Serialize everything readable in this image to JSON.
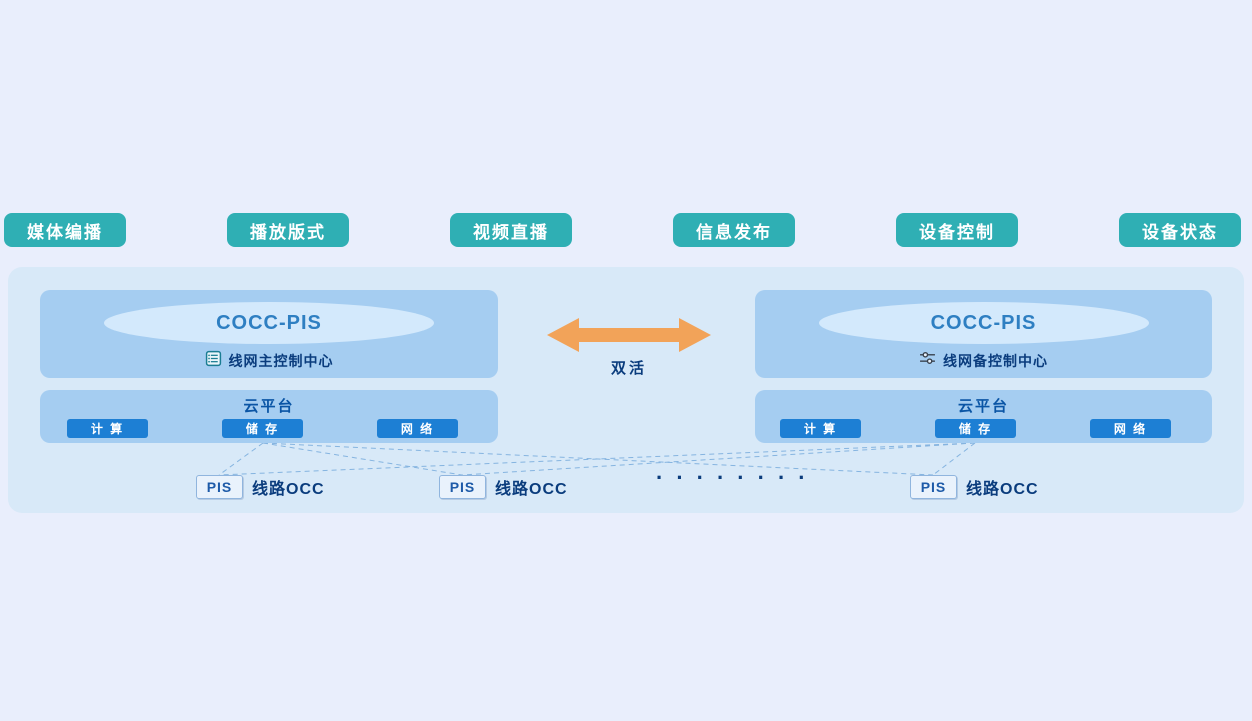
{
  "top_buttons": [
    {
      "label": "媒体编播"
    },
    {
      "label": "播放版式"
    },
    {
      "label": "视频直播"
    },
    {
      "label": "信息发布"
    },
    {
      "label": "设备控制"
    },
    {
      "label": "设备状态"
    }
  ],
  "control_centers": {
    "left": {
      "title": "COCC-PIS",
      "subtitle": "线网主控制中心",
      "icon": "document-list-icon"
    },
    "right": {
      "title": "COCC-PIS",
      "subtitle": "线网备控制中心",
      "icon": "sliders-icon"
    }
  },
  "dual_active": {
    "label": "双活"
  },
  "cloud_platforms": {
    "left": {
      "title": "云平台",
      "services": [
        {
          "label": "计 算"
        },
        {
          "label": "储 存"
        },
        {
          "label": "网 络"
        }
      ]
    },
    "right": {
      "title": "云平台",
      "services": [
        {
          "label": "计 算"
        },
        {
          "label": "储 存"
        },
        {
          "label": "网 络"
        }
      ]
    }
  },
  "line_occ_nodes": [
    {
      "badge": "PIS",
      "label": "线路OCC"
    },
    {
      "badge": "PIS",
      "label": "线路OCC"
    },
    {
      "badge": "PIS",
      "label": "线路OCC"
    }
  ],
  "ellipsis": "········",
  "colors": {
    "page_bg": "#E9EEFC",
    "panel_bg": "#D8E9F8",
    "block_bg": "#A5CDF1",
    "ellipse_bg": "#D3E9FC",
    "teal_button": "#2FAFB4",
    "service_button": "#1D7FD4",
    "navy_text": "#0A3C7D",
    "cocc_title_text": "#2E7FC2",
    "arrow": "#F2A359",
    "dashed_line": "#85B4E0"
  }
}
